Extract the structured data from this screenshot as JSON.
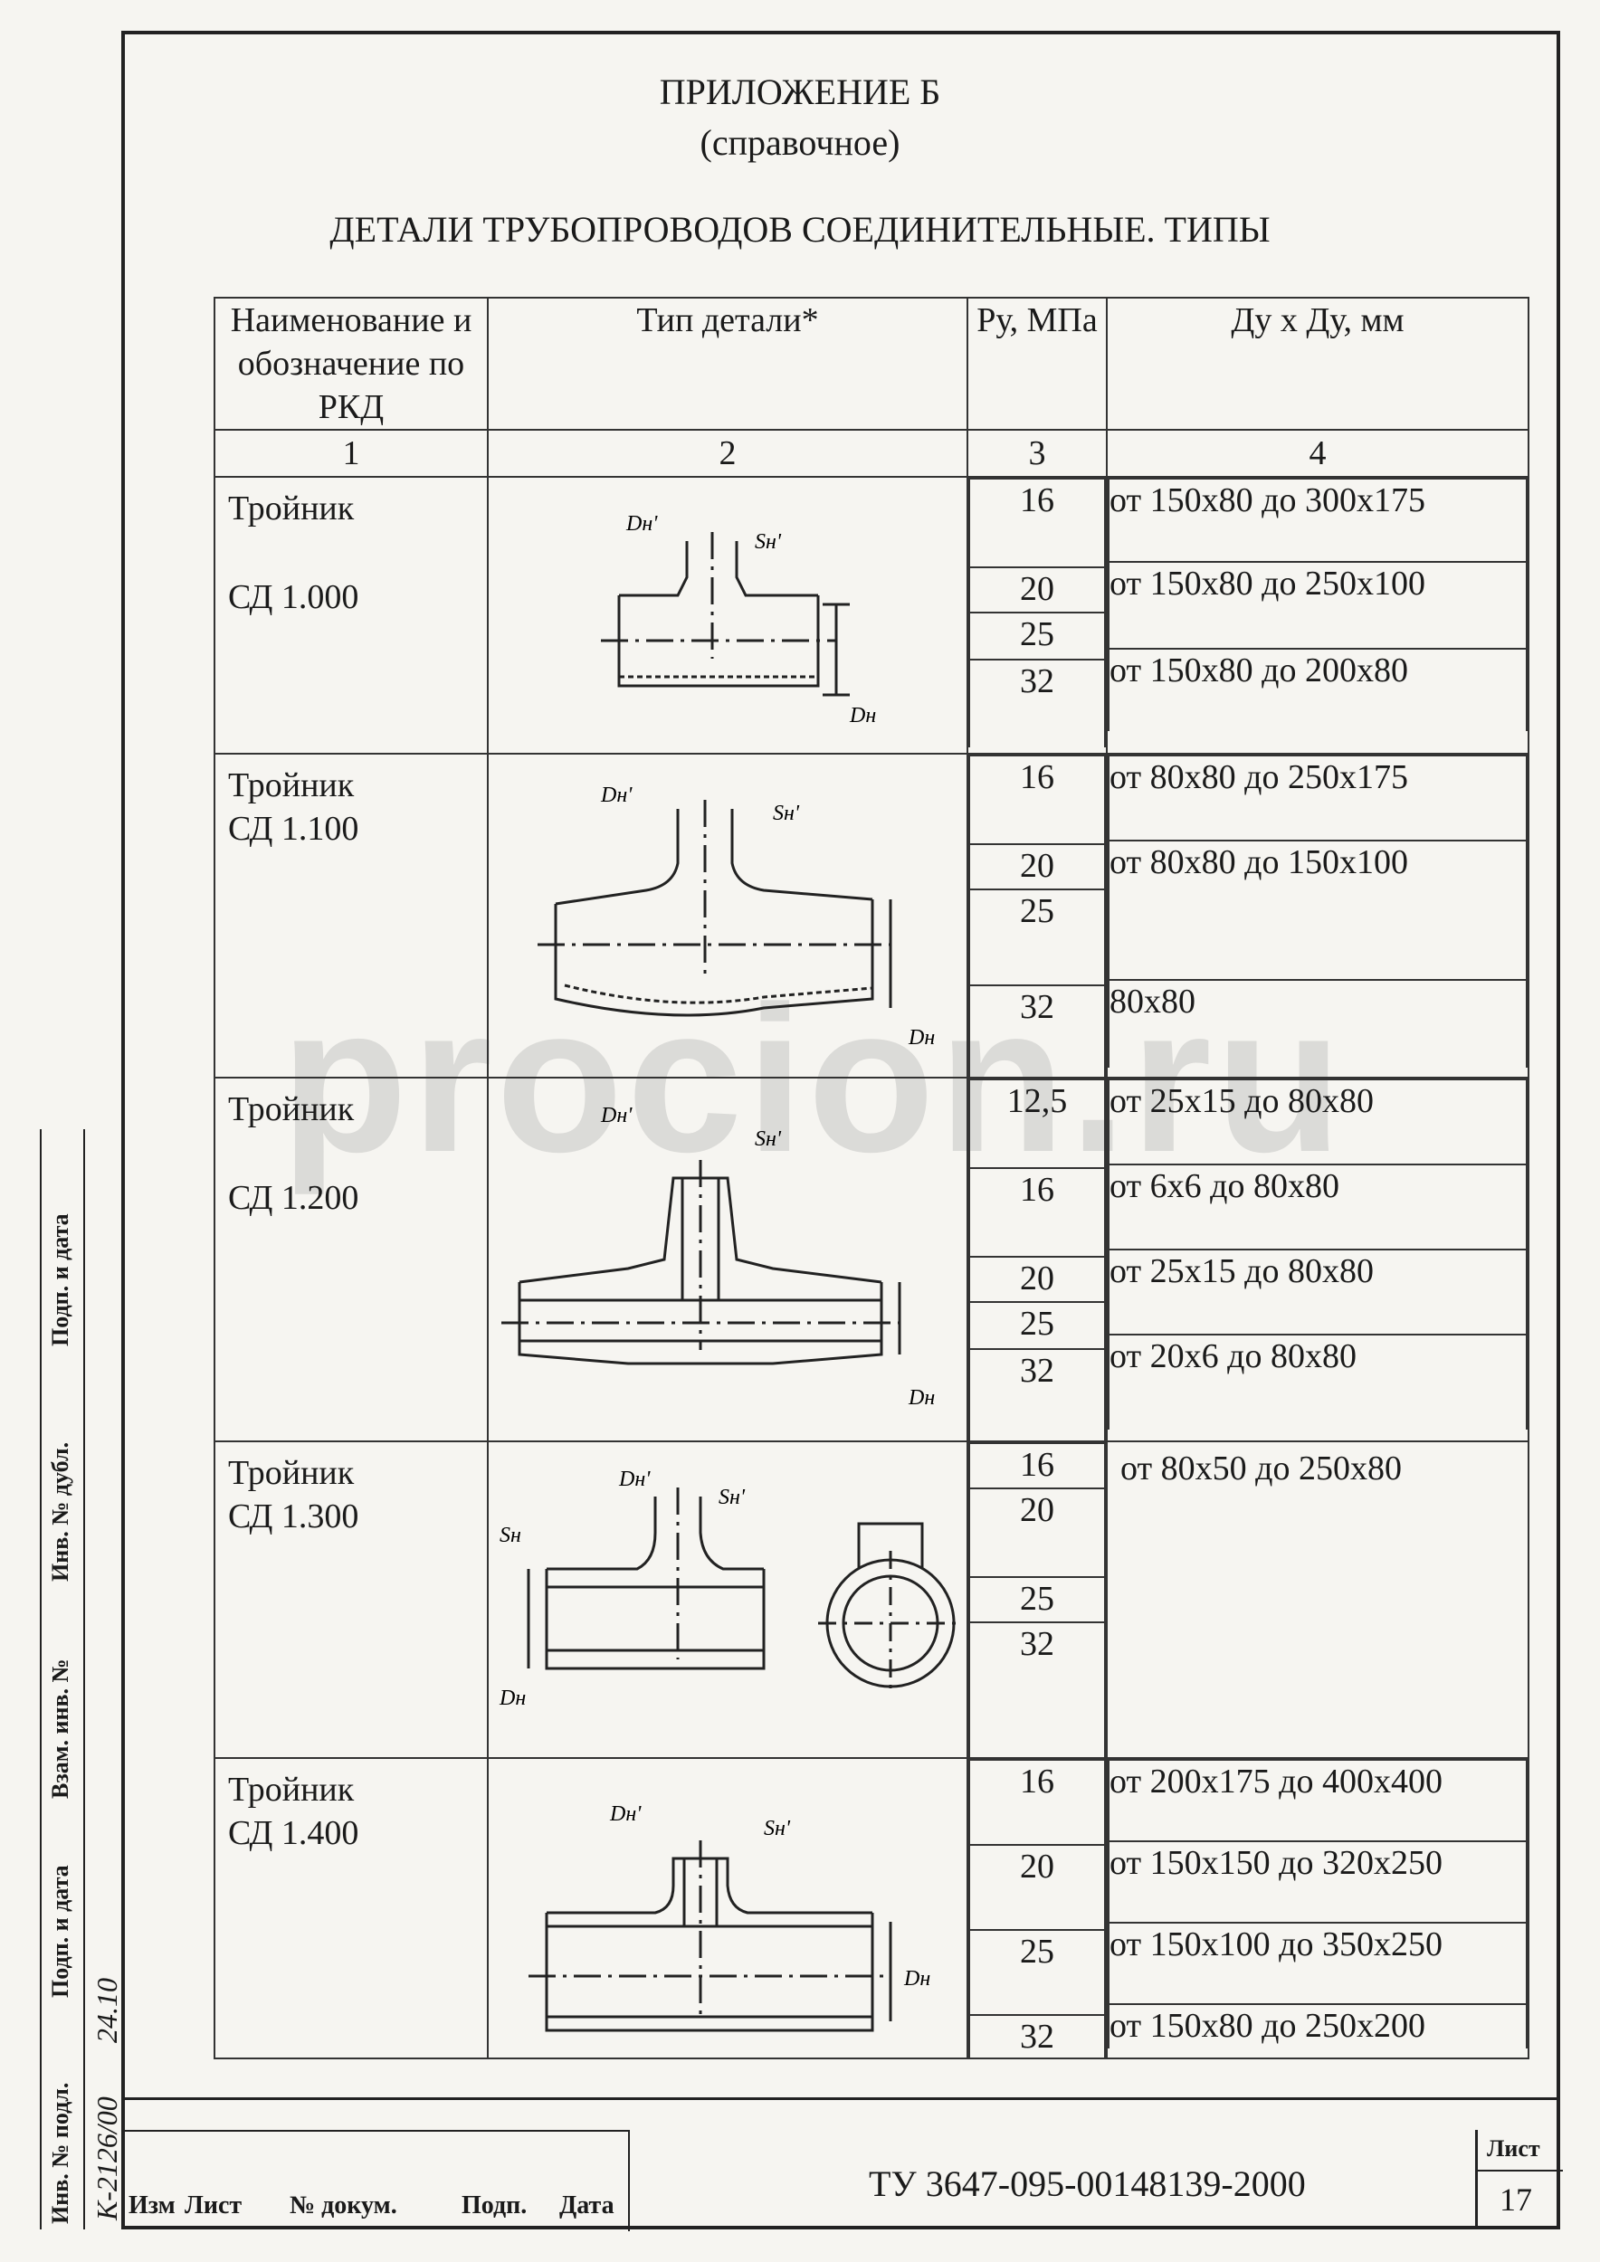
{
  "header": {
    "appendix": "ПРИЛОЖЕНИЕ Б",
    "appendix_note": "(справочное)",
    "title": "ДЕТАЛИ ТРУБОПРОВОДОВ СОЕДИНИТЕЛЬНЫЕ. ТИПЫ"
  },
  "table": {
    "columns": [
      "Наименование и обозначение по РКД",
      "Тип детали*",
      "Ру, МПа",
      "Ду х Ду, мм"
    ],
    "column_numbers": [
      "1",
      "2",
      "3",
      "4"
    ],
    "rows": [
      {
        "name": "Тройник",
        "code": "СД 1.000",
        "pressure": [
          [
            "16"
          ],
          [
            "20",
            "25"
          ],
          [
            "32"
          ]
        ],
        "sizes": [
          "от 150х80 до 300х175",
          "от 150х80  до 250х100",
          "от 150х80 до 200х80"
        ]
      },
      {
        "name": "Тройник",
        "code": "СД 1.100",
        "pressure": [
          [
            "16"
          ],
          [
            "20",
            "25"
          ],
          [
            "32"
          ]
        ],
        "sizes": [
          "от 80х80 до 250х175",
          "от 80х80 до 150х100",
          "80х80"
        ]
      },
      {
        "name": "Тройник",
        "code": "СД 1.200",
        "pressure": [
          [
            "12,5"
          ],
          [
            "16"
          ],
          [
            "20",
            "25"
          ],
          [
            "32"
          ]
        ],
        "sizes": [
          "от 25х15 до 80х80",
          "от 6х6 до 80х80",
          "от 25х15 до 80х80",
          "от 20х6 до 80х80"
        ]
      },
      {
        "name": "Тройник",
        "code": "СД 1.300",
        "pressure": [
          [
            "16",
            "20"
          ],
          [
            "25",
            "32"
          ]
        ],
        "sizes": [
          "от 80х50 до 250х80"
        ]
      },
      {
        "name": "Тройник",
        "code": "СД 1.400",
        "pressure": [
          [
            "16"
          ],
          [
            "20"
          ],
          [
            "25"
          ],
          [
            "32"
          ]
        ],
        "sizes": [
          "от 200х175 до 400х400",
          "от 150х150 до 320х250",
          "от 150х100 до 350х250",
          "от 150х80 до 250х200"
        ]
      }
    ],
    "drawing_labels": {
      "dh_prime": "Dн'",
      "sh_prime": "Sн'",
      "sh": "Sн",
      "dh": "Dн"
    }
  },
  "watermark": "procion.ru",
  "sidebar": {
    "labels": [
      "Подп. и дата",
      "Инв. № дубл.",
      "Взам. инв. №",
      "Подп. и дата",
      "Инв. № подл."
    ],
    "handwritten": [
      "24.10",
      "К-2126/00"
    ]
  },
  "stamp": {
    "cols": [
      "Изм",
      "Лист",
      "№ докум.",
      "Подп.",
      "Дата"
    ],
    "doc_id": "ТУ 3647-095-00148139-2000",
    "sheet_label": "Лист",
    "sheet_number": "17"
  }
}
